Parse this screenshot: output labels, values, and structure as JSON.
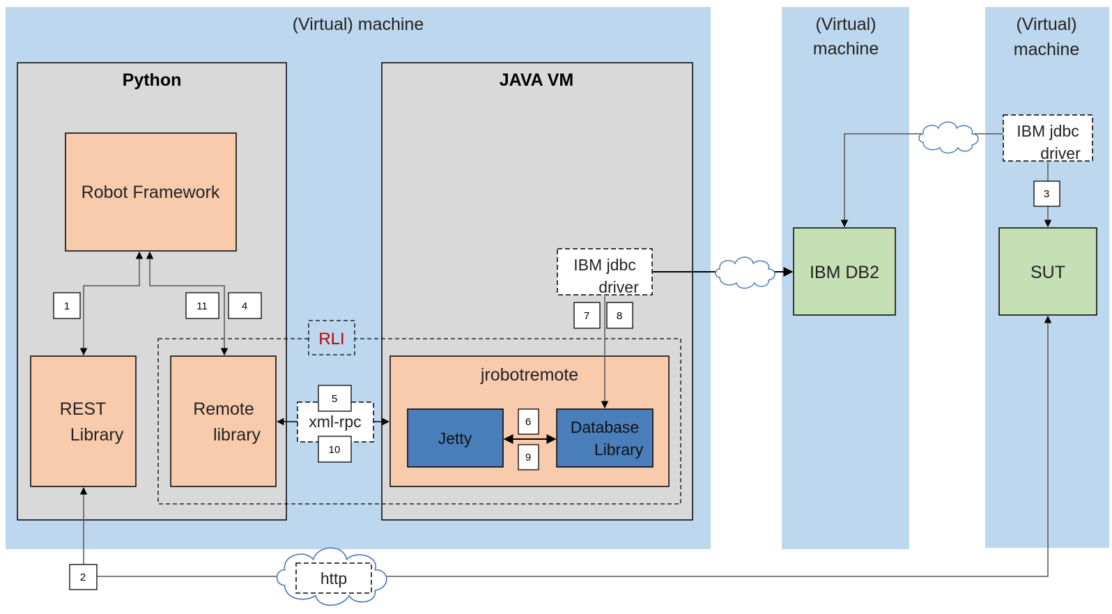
{
  "machines": {
    "main": "(Virtual) machine",
    "db_line1": "(Virtual)",
    "db_line2": "machine",
    "sut_line1": "(Virtual)",
    "sut_line2": "machine"
  },
  "containers": {
    "python": "Python",
    "java": "JAVA VM",
    "rli": "RLI",
    "jrobotremote": "jrobotremote"
  },
  "components": {
    "robot_framework": "Robot Framework",
    "rest_line1": "REST",
    "rest_line2": "Library",
    "remote_line1": "Remote",
    "remote_line2": "library",
    "xmlrpc": "xml-rpc",
    "jetty": "Jetty",
    "dblib_line1": "Database",
    "dblib_line2": "Library",
    "jdbc_line1": "IBM jdbc",
    "jdbc_line2": "driver",
    "jdbc2_line1": "IBM jdbc",
    "jdbc2_line2": "driver",
    "db2": "IBM DB2",
    "sut": "SUT",
    "http": "http"
  },
  "steps": [
    "1",
    "2",
    "3",
    "4",
    "5",
    "6",
    "7",
    "8",
    "9",
    "10",
    "11"
  ],
  "colors": {
    "machine_bg": "#bdd7ee",
    "container_bg": "#d9d9d9",
    "component_orange": "#f8cbad",
    "component_blue": "#4a7ebb",
    "component_green": "#c5e0b4",
    "rli_text": "#c00000"
  }
}
